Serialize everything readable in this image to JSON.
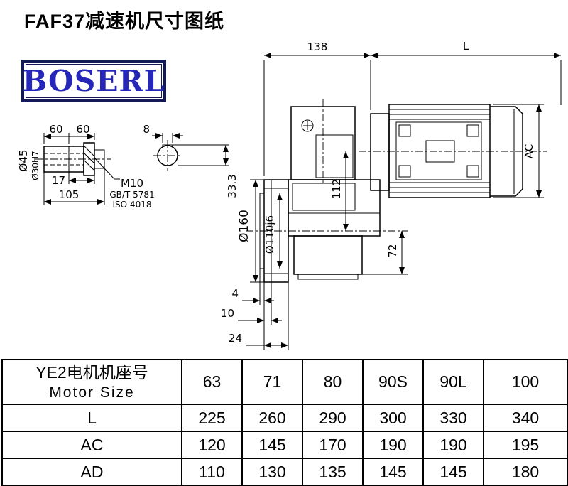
{
  "page": {
    "title": "FAF37减速机尺寸图纸"
  },
  "logo": {
    "text": "BOSERL"
  },
  "drawing": {
    "main_dims": {
      "width_138": "138",
      "length_L": "L",
      "ac": "AC",
      "height_112": "112",
      "height_72": "72",
      "flange_dia": "Ø160",
      "spigot_dia": "Ø110j6",
      "offset_4": "4",
      "offset_10": "10",
      "offset_24": "24"
    },
    "shaft_detail": {
      "seg1": "60",
      "seg2": "60",
      "shaft_dia": "Ø45",
      "bore_dia": "Ø30H7",
      "d17": "17",
      "d105": "105",
      "thread": "M10",
      "standard_gb": "GB/T 5781",
      "standard_iso": "ISO 4018",
      "key_width": "8",
      "key_depth": "33.3"
    }
  },
  "table": {
    "header": {
      "line1": "YE2电机机座号",
      "line2": "Motor Size"
    },
    "columns": [
      "63",
      "71",
      "80",
      "90S",
      "90L",
      "100"
    ],
    "rows": [
      {
        "label": "L",
        "values": [
          "225",
          "260",
          "290",
          "300",
          "330",
          "340"
        ]
      },
      {
        "label": "AC",
        "values": [
          "120",
          "145",
          "170",
          "190",
          "190",
          "195"
        ]
      },
      {
        "label": "AD",
        "values": [
          "110",
          "130",
          "135",
          "145",
          "145",
          "180"
        ]
      }
    ]
  }
}
